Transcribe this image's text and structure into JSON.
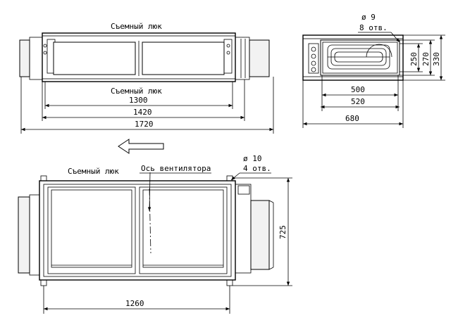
{
  "labels": {
    "removable_hatch": "Съемный люк",
    "fan_axis": "Ось вентилятора"
  },
  "top_view": {
    "dim_1300": "1300",
    "dim_1420": "1420",
    "dim_1720": "1720"
  },
  "side_view": {
    "hole_diameter": "ø 9",
    "hole_count": "8 отв.",
    "dim_250": "250",
    "dim_270": "270",
    "dim_330": "330",
    "dim_500": "500",
    "dim_520": "520",
    "dim_680": "680"
  },
  "bottom_view": {
    "hole_diameter": "ø 10",
    "hole_count": "4 отв.",
    "dim_725": "725",
    "dim_1260": "1260"
  },
  "icons": [
    "airflow-arrow-left-icon"
  ]
}
